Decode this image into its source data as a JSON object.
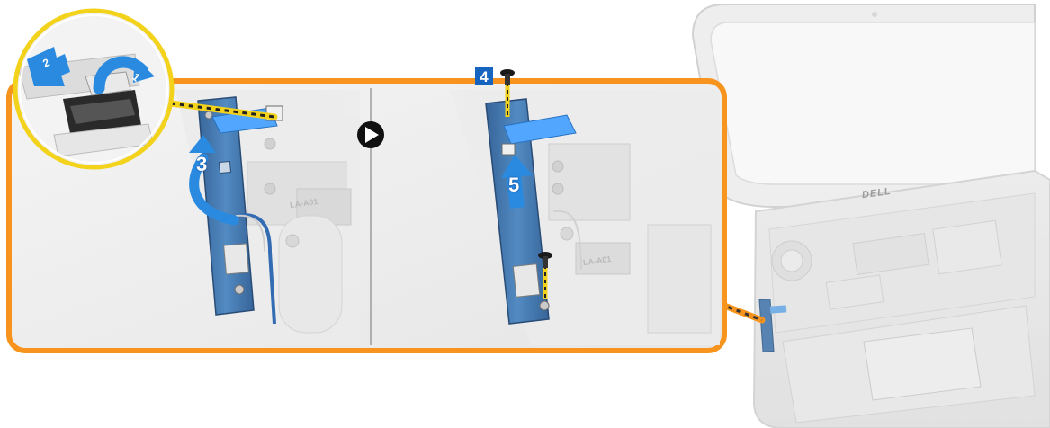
{
  "steps": {
    "step1": "1",
    "step2": "2",
    "step3": "3",
    "step4": "4",
    "step5": "5"
  },
  "board_silkscreen": {
    "left_label": "LA-A01",
    "right_label": "LA-A01"
  },
  "laptop": {
    "logo": "DELL"
  },
  "colors": {
    "frame_orange": "#f7941d",
    "callout_yellow": "#f2d21b",
    "step_blue": "#1565c0",
    "arrow_blue": "#2a8ae0",
    "board_blue": "#3a6ea5"
  },
  "icons": {
    "next_arrow": "play-circle-icon",
    "screw": "screw-icon"
  }
}
